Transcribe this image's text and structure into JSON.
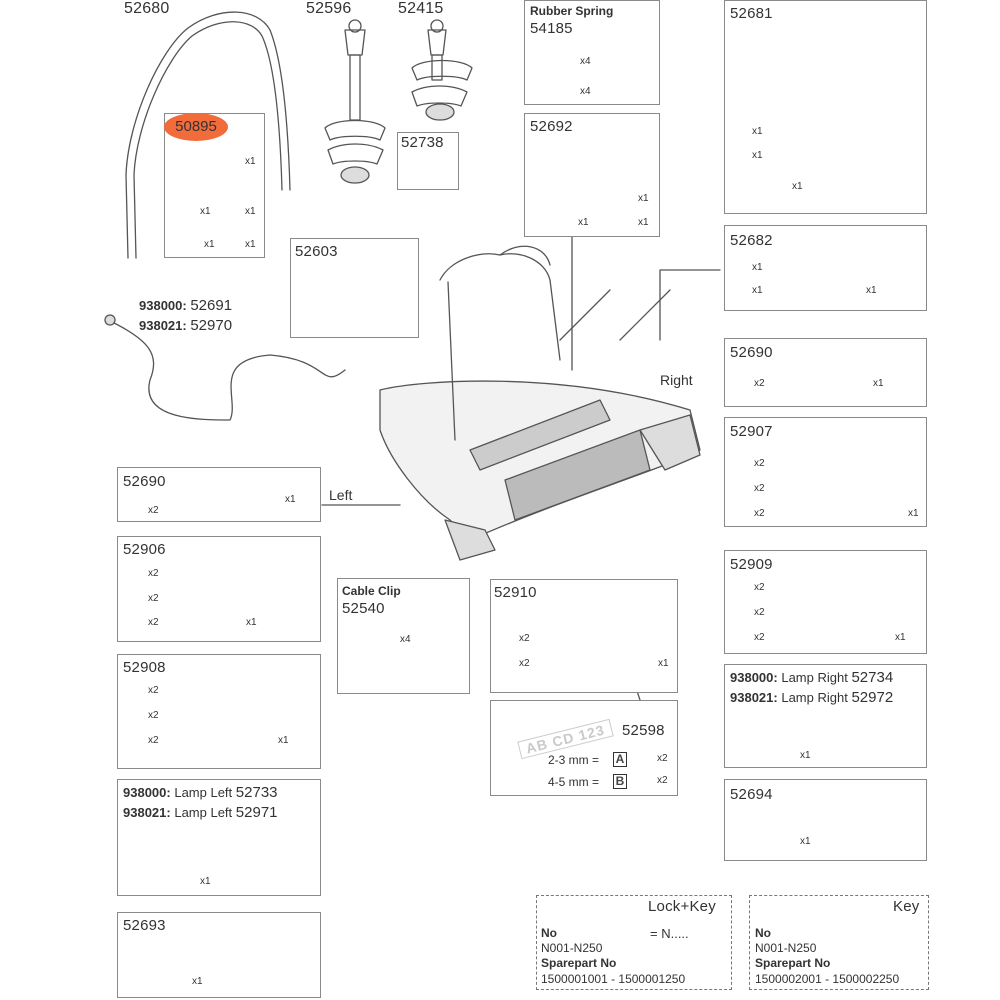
{
  "parts": {
    "p52680": "52680",
    "p52596": "52596",
    "p52415": "52415",
    "p52738": "52738",
    "p50895": "50895",
    "p52603": "52603",
    "p52681": "52681",
    "p52682": "52682",
    "p52690_right": "52690",
    "p52690_left": "52690",
    "p52907": "52907",
    "p52906": "52906",
    "p52908": "52908",
    "p52909": "52909",
    "p52910": "52910",
    "p52598": "52598",
    "p52692": "52692",
    "p52693": "52693",
    "p52694": "52694"
  },
  "rubber_spring": {
    "title": "Rubber Spring",
    "number": "54185",
    "qty1": "x4",
    "qty2": "x4"
  },
  "cable_clip": {
    "title": "Cable Clip",
    "number": "52540",
    "qty": "x4"
  },
  "wiring": {
    "line1_bold": "938000:",
    "line1_num": "52691",
    "line2_bold": "938021:",
    "line2_num": "52970"
  },
  "lamp_right": {
    "line1_bold": "938000:",
    "line1_text": "Lamp Right",
    "line1_num": "52734",
    "line2_bold": "938021:",
    "line2_text": "Lamp Right",
    "line2_num": "52972",
    "qty": "x1"
  },
  "lamp_left": {
    "line1_bold": "938000:",
    "line1_text": "Lamp Left",
    "line1_num": "52733",
    "line2_bold": "938021:",
    "line2_text": "Lamp Left",
    "line2_num": "52971",
    "qty": "x1"
  },
  "labels": {
    "right": "Right",
    "left": "Left"
  },
  "plate": {
    "text": "AB CD 123",
    "row1": "2-3 mm =",
    "row1_key": "A",
    "row1_qty": "x2",
    "row2": "4-5 mm =",
    "row2_key": "B",
    "row2_qty": "x2"
  },
  "lock_key": {
    "title": "Lock+Key",
    "eq": "= N.....",
    "no_label": "No",
    "no_value": "N001-N250",
    "spare_label": "Sparepart No",
    "spare_value": "1500001001 - 1500001250"
  },
  "key": {
    "title": "Key",
    "no_label": "No",
    "no_value": "N001-N250",
    "spare_label": "Sparepart No",
    "spare_value": "1500002001 - 1500002250"
  },
  "q": {
    "x1": "x1",
    "x2": "x2",
    "x4": "x4"
  },
  "colors": {
    "highlight": "#f26b3a",
    "line": "#444444",
    "border": "#8a8a8a"
  }
}
